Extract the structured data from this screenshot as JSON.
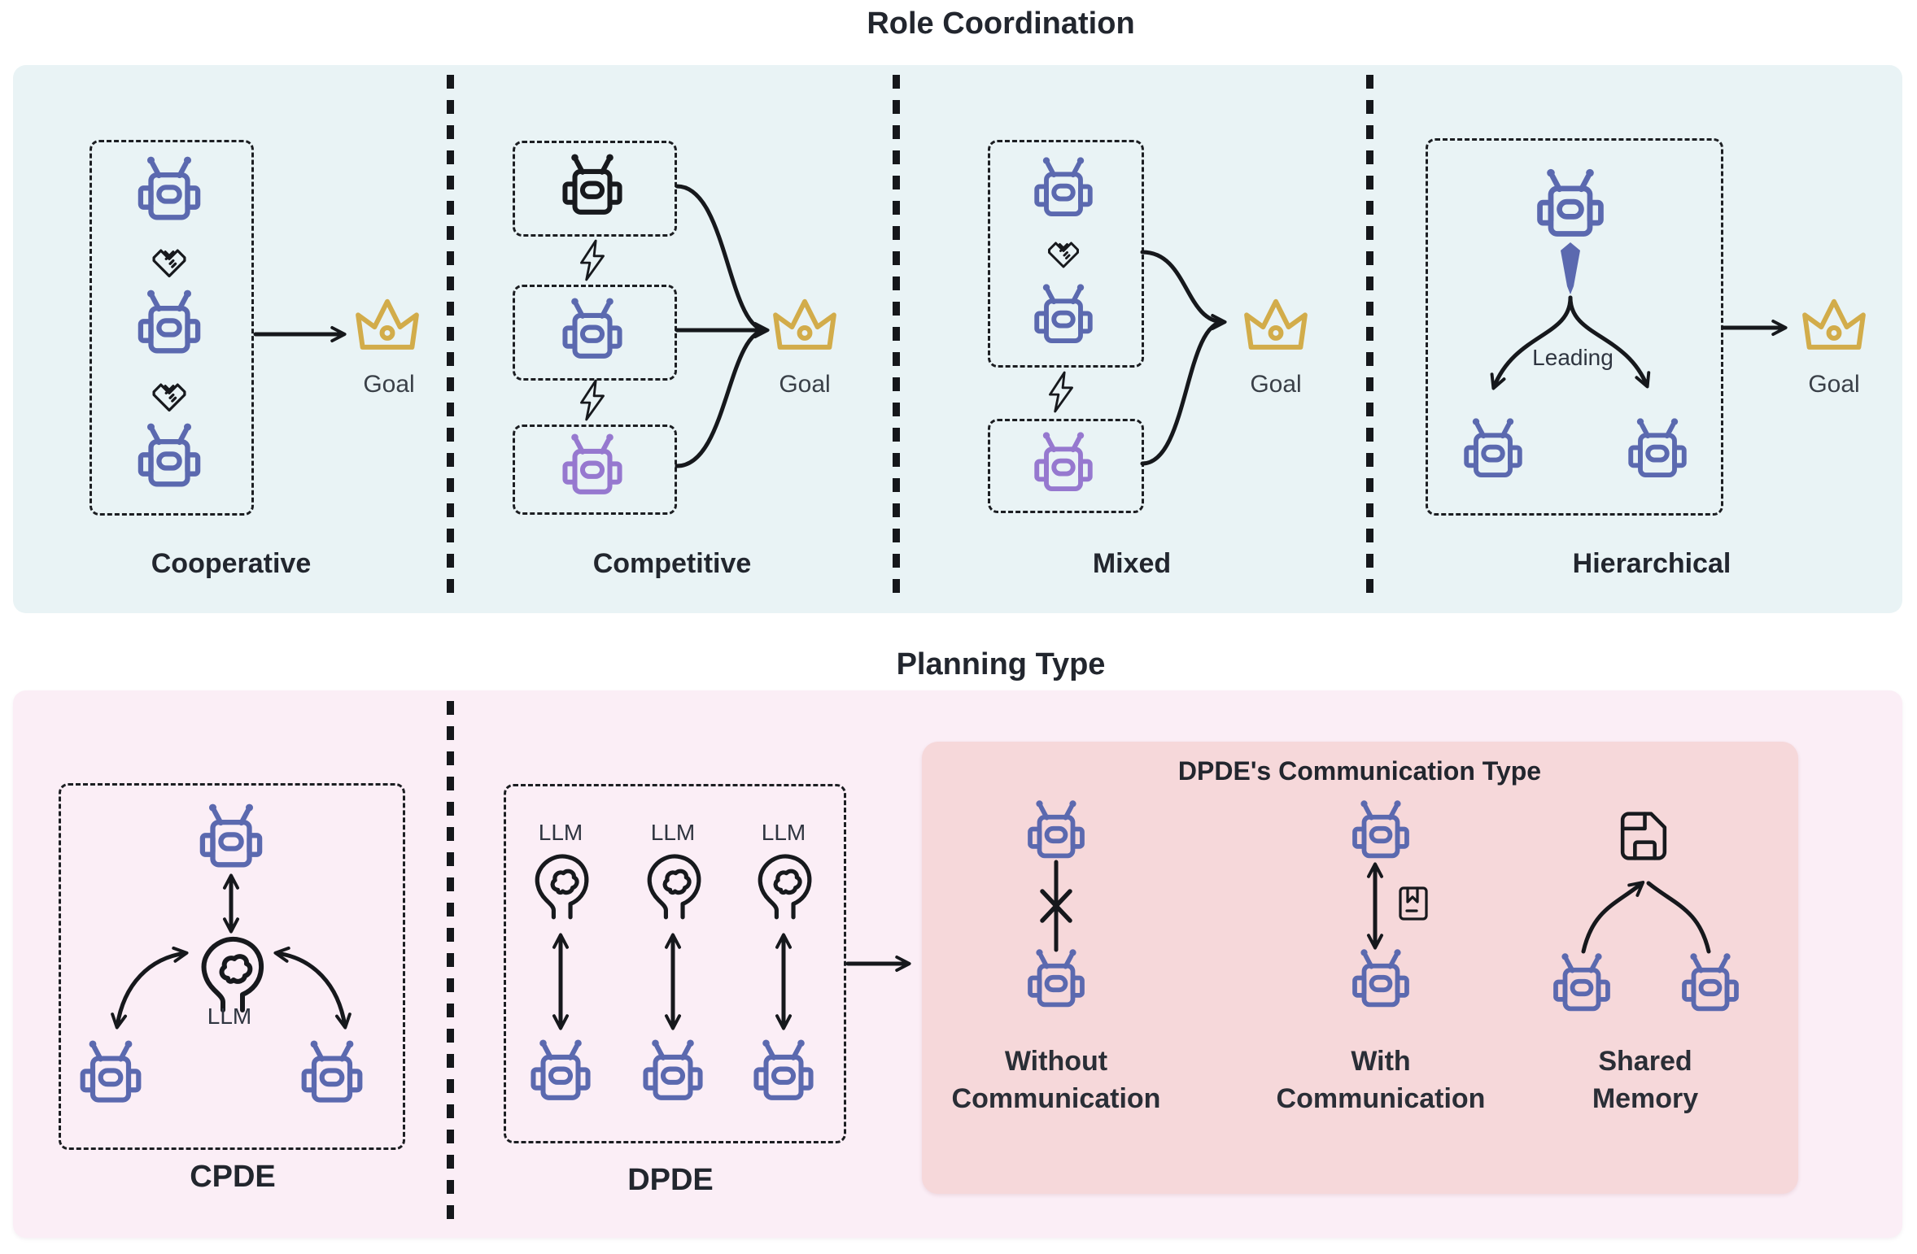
{
  "colors": {
    "top_panel_bg": "#e9f3f5",
    "bottom_panel_bg": "#fbeef6",
    "nested_panel_bg": "#f6d8da",
    "robot_blue": "#5b69af",
    "robot_purple": "#9678cf",
    "robot_black": "#17191d",
    "crown_gold": "#d2ac4a",
    "line_black": "#16181c",
    "text_dark": "#22262e"
  },
  "icons": {
    "robot": "robot-icon",
    "leader_robot": "leader-robot-tie-icon",
    "handshake": "handshake-heart-icon",
    "lightning": "lightning-bolt-icon",
    "crown": "crown-icon",
    "brain": "brain-head-icon",
    "floppy": "floppy-disk-icon",
    "memo": "memo-message-icon",
    "blocked": "blocked-x-icon"
  },
  "role_coordination": {
    "title": "Role Coordination",
    "sections": [
      {
        "label": "Cooperative",
        "goal_label": "Goal"
      },
      {
        "label": "Competitive",
        "goal_label": "Goal"
      },
      {
        "label": "Mixed",
        "goal_label": "Goal"
      },
      {
        "label": "Hierarchical",
        "goal_label": "Goal",
        "leading_label": "Leading"
      }
    ]
  },
  "planning_type": {
    "title": "Planning Type",
    "cpde": {
      "label": "CPDE",
      "llm_label": "LLM"
    },
    "dpde": {
      "label": "DPDE",
      "llm_labels": [
        "LLM",
        "LLM",
        "LLM"
      ]
    },
    "communication": {
      "title": "DPDE's Communication Type",
      "columns": [
        {
          "label_line1": "Without",
          "label_line2": "Communication"
        },
        {
          "label_line1": "With",
          "label_line2": "Communication"
        },
        {
          "label_line1": "Shared",
          "label_line2": "Memory"
        }
      ]
    }
  }
}
